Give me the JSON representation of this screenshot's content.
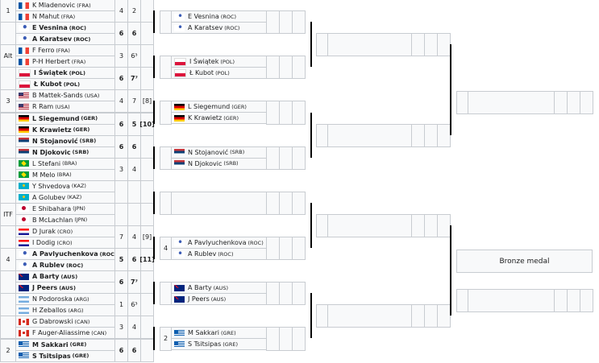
{
  "round1": [
    {
      "seed": "1",
      "teams": [
        {
          "p": "K Mladenovic",
          "c": "(FRA)",
          "flag": "fra"
        },
        {
          "p": "N Mahut",
          "c": "(FRA)",
          "flag": "fra"
        }
      ],
      "s1": "4",
      "s2": "2",
      "s3": "",
      "winner": false
    },
    {
      "seed": "",
      "teams": [
        {
          "p": "E Vesnina",
          "c": "(ROC)",
          "flag": "roc"
        },
        {
          "p": "A Karatsev",
          "c": "(ROC)",
          "flag": "roc"
        }
      ],
      "s1": "6",
      "s2": "6",
      "s3": "",
      "winner": true
    },
    {
      "seed": "Alt",
      "teams": [
        {
          "p": "F Ferro",
          "c": "(FRA)",
          "flag": "fra"
        },
        {
          "p": "P-H Herbert",
          "c": "(FRA)",
          "flag": "fra"
        }
      ],
      "s1": "3",
      "s2": "6³",
      "s3": "",
      "winner": false
    },
    {
      "seed": "",
      "teams": [
        {
          "p": "I Świątek",
          "c": "(POL)",
          "flag": "pol"
        },
        {
          "p": "Ł Kubot",
          "c": "(POL)",
          "flag": "pol"
        }
      ],
      "s1": "6",
      "s2": "7⁷",
      "s3": "",
      "winner": true
    },
    {
      "seed": "3",
      "teams": [
        {
          "p": "B Mattek-Sands",
          "c": "(USA)",
          "flag": "usa"
        },
        {
          "p": "R Ram",
          "c": "(USA)",
          "flag": "usa"
        }
      ],
      "s1": "4",
      "s2": "7",
      "s3": "[8]",
      "winner": false
    },
    {
      "seed": "",
      "teams": [
        {
          "p": "L Siegemund",
          "c": "(GER)",
          "flag": "ger"
        },
        {
          "p": "K Krawietz",
          "c": "(GER)",
          "flag": "ger"
        }
      ],
      "s1": "6",
      "s2": "5",
      "s3": "[10]",
      "winner": true
    },
    {
      "seed": "",
      "teams": [
        {
          "p": "N Stojanović",
          "c": "(SRB)",
          "flag": "srb"
        },
        {
          "p": "N Djokovic",
          "c": "(SRB)",
          "flag": "srb"
        }
      ],
      "s1": "6",
      "s2": "6",
      "s3": "",
      "winner": true
    },
    {
      "seed": "",
      "teams": [
        {
          "p": "L Stefani",
          "c": "(BRA)",
          "flag": "bra"
        },
        {
          "p": "M Melo",
          "c": "(BRA)",
          "flag": "bra"
        }
      ],
      "s1": "3",
      "s2": "4",
      "s3": "",
      "winner": false
    },
    {
      "seed": "",
      "teams": [
        {
          "p": "Y Shvedova",
          "c": "(KAZ)",
          "flag": "kaz"
        },
        {
          "p": "A Golubev",
          "c": "(KAZ)",
          "flag": "kaz"
        }
      ],
      "s1": "",
      "s2": "",
      "s3": "",
      "winner": false
    },
    {
      "seed": "ITF",
      "teams": [
        {
          "p": "E Shibahara",
          "c": "(JPN)",
          "flag": "jpn"
        },
        {
          "p": "B McLachlan",
          "c": "(JPN)",
          "flag": "jpn"
        }
      ],
      "s1": "",
      "s2": "",
      "s3": "",
      "winner": false
    },
    {
      "seed": "",
      "teams": [
        {
          "p": "D Jurak",
          "c": "(CRO)",
          "flag": "cro"
        },
        {
          "p": "I Dodig",
          "c": "(CRO)",
          "flag": "cro"
        }
      ],
      "s1": "7",
      "s2": "4",
      "s3": "[9]",
      "winner": false
    },
    {
      "seed": "4",
      "teams": [
        {
          "p": "A Pavlyuchenkova",
          "c": "(ROC)",
          "flag": "roc"
        },
        {
          "p": "A Rublev",
          "c": "(ROC)",
          "flag": "roc"
        }
      ],
      "s1": "5",
      "s2": "6",
      "s3": "[11]",
      "winner": true
    },
    {
      "seed": "",
      "teams": [
        {
          "p": "A Barty",
          "c": "(AUS)",
          "flag": "aus"
        },
        {
          "p": "J Peers",
          "c": "(AUS)",
          "flag": "aus"
        }
      ],
      "s1": "6",
      "s2": "7⁷",
      "s3": "",
      "winner": true
    },
    {
      "seed": "",
      "teams": [
        {
          "p": "N Podoroska",
          "c": "(ARG)",
          "flag": "arg"
        },
        {
          "p": "H Zeballos",
          "c": "(ARG)",
          "flag": "arg"
        }
      ],
      "s1": "1",
      "s2": "6³",
      "s3": "",
      "winner": false
    },
    {
      "seed": "",
      "teams": [
        {
          "p": "G Dabrowski",
          "c": "(CAN)",
          "flag": "can"
        },
        {
          "p": "F Auger-Aliassime",
          "c": "(CAN)",
          "flag": "can"
        }
      ],
      "s1": "3",
      "s2": "4",
      "s3": "",
      "winner": false
    },
    {
      "seed": "2",
      "teams": [
        {
          "p": "M Sakkari",
          "c": "(GRE)",
          "flag": "gre"
        },
        {
          "p": "S Tsitsipas",
          "c": "(GRE)",
          "flag": "gre"
        }
      ],
      "s1": "6",
      "s2": "6",
      "s3": "",
      "winner": true
    }
  ],
  "quarterfinals": [
    {
      "seed": "",
      "teams": [
        {
          "p": "E Vesnina",
          "c": "(ROC)",
          "flag": "roc"
        },
        {
          "p": "A Karatsev",
          "c": "(ROC)",
          "flag": "roc"
        }
      ]
    },
    {
      "seed": "",
      "teams": [
        {
          "p": "I Świątek",
          "c": "(POL)",
          "flag": "pol"
        },
        {
          "p": "Ł Kubot",
          "c": "(POL)",
          "flag": "pol"
        }
      ]
    },
    {
      "seed": "",
      "teams": [
        {
          "p": "L Siegemund",
          "c": "(GER)",
          "flag": "ger"
        },
        {
          "p": "K Krawietz",
          "c": "(GER)",
          "flag": "ger"
        }
      ]
    },
    {
      "seed": "",
      "teams": [
        {
          "p": "N Stojanović",
          "c": "(SRB)",
          "flag": "srb"
        },
        {
          "p": "N Djokovic",
          "c": "(SRB)",
          "flag": "srb"
        }
      ]
    },
    {
      "seed": "",
      "teams": []
    },
    {
      "seed": "4",
      "teams": [
        {
          "p": "A Pavlyuchenkova",
          "c": "(ROC)",
          "flag": "roc"
        },
        {
          "p": "A Rublev",
          "c": "(ROC)",
          "flag": "roc"
        }
      ]
    },
    {
      "seed": "",
      "teams": [
        {
          "p": "A Barty",
          "c": "(AUS)",
          "flag": "aus"
        },
        {
          "p": "J Peers",
          "c": "(AUS)",
          "flag": "aus"
        }
      ]
    },
    {
      "seed": "2",
      "teams": [
        {
          "p": "M Sakkari",
          "c": "(GRE)",
          "flag": "gre"
        },
        {
          "p": "S Tsitsipas",
          "c": "(GRE)",
          "flag": "gre"
        }
      ]
    }
  ],
  "bronze_label": "Bronze medal"
}
